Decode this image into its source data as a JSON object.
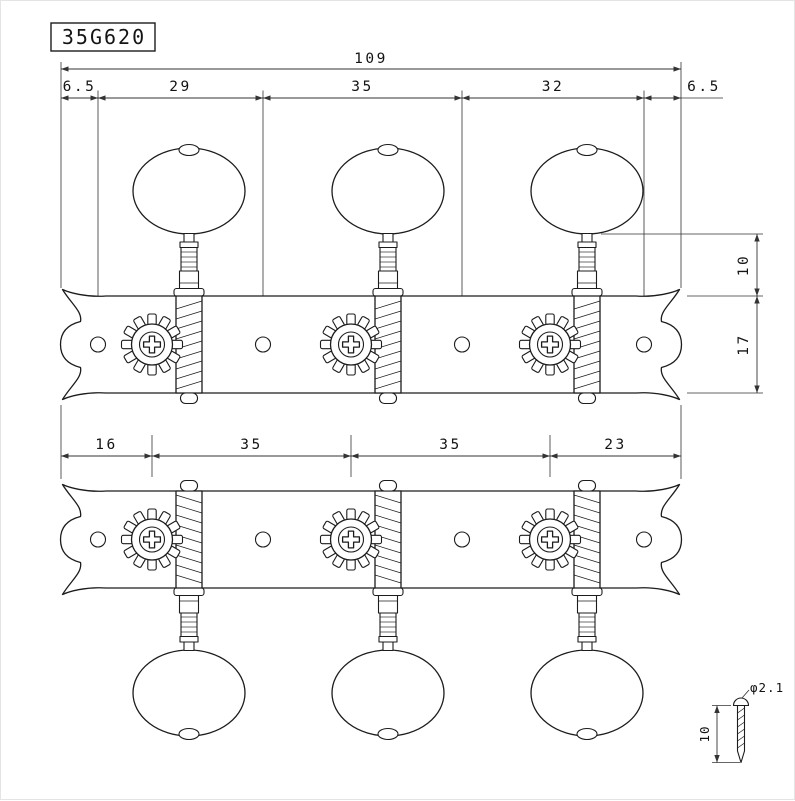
{
  "title": {
    "model": "35G620"
  },
  "dims": {
    "total": "109",
    "top": [
      "6.5",
      "29",
      "35",
      "32",
      "6.5"
    ],
    "side": {
      "post_height": "10",
      "plate_width": "17"
    },
    "mid": [
      "16",
      "35",
      "35",
      "23"
    ],
    "screw": {
      "diameter": "φ2.1",
      "length": "10"
    }
  }
}
